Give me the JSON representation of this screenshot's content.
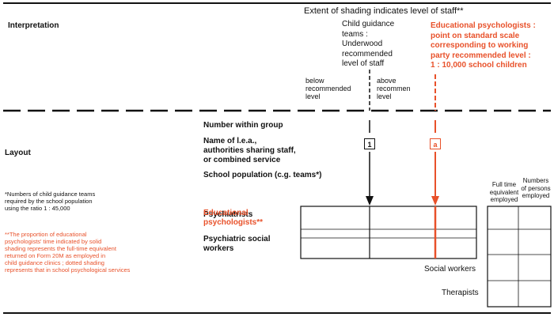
{
  "header": {
    "shading_note": "Extent of shading indicates level of staff**"
  },
  "interpretation": {
    "title": "Interpretation",
    "child_guidance": "Child guidance\nteams :\nUnderwood\nrecommended\nlevel of staff",
    "below": "below\nrecommended\nlevel",
    "above": "above\nrecommen\nlevel",
    "edu_psych": "Educational psychologists :\npoint on standard scale\ncorresponding to working\nparty recommended level :\n1 : 10,000 school children"
  },
  "layout": {
    "title": "Layout",
    "number_within_group": "Number within group",
    "name_lea": "Name of l.e.a.,\nauthorities sharing staff,\nor combined service",
    "school_population": "School population (c.g. teams*)",
    "marker_number": "1",
    "marker_letter": "a",
    "rows": {
      "psychiatrists": "Psychiatrists",
      "educational_psychologists": "Educational\npsychologists**",
      "psychiatric_social_workers": "Psychiatric social\nworkers",
      "social_workers": "Social workers",
      "therapists": "Therapists"
    },
    "columns": {
      "full_time": "Full time\nequivalent\nemployed",
      "numbers": "Numbers\nof persons\nemployed"
    }
  },
  "footnotes": {
    "star": "*Numbers of child guidance teams\nrequired by the school population\nusing the ratio 1 : 45,000",
    "double_star": "**The proportion of educational\npsychologists' time indicated by solid\nshading represents the full-time equivalent\nreturned on Form 20M as employed in\nchild guidance clinics ; dotted shading\nrepresents that in school psychological services"
  },
  "colors": {
    "accent": "#e8512a",
    "ink": "#111111"
  }
}
